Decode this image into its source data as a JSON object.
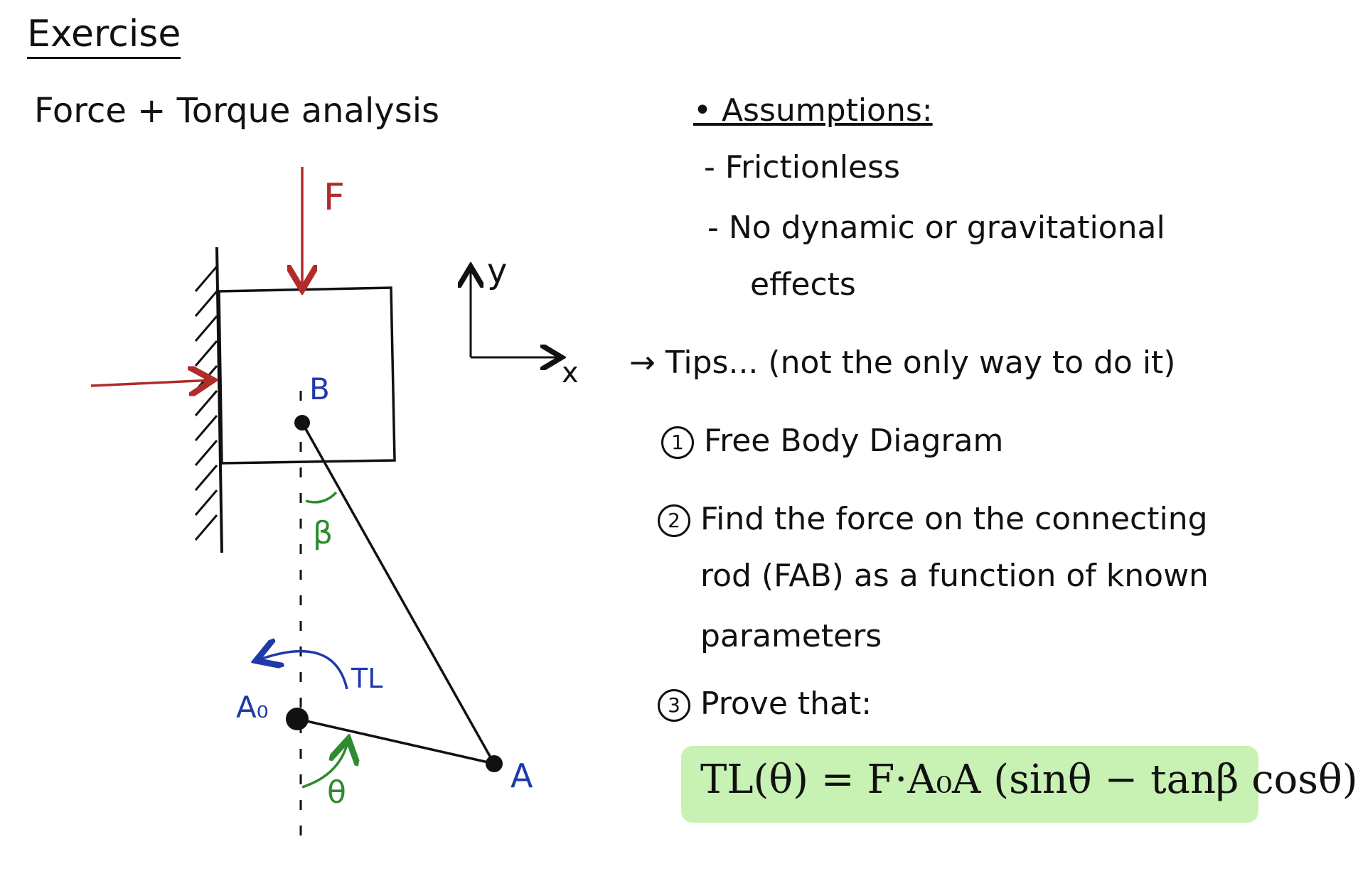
{
  "title": "Exercise",
  "subtitle": "Force + Torque analysis",
  "labels": {
    "F": "F",
    "B": "B",
    "A": "A",
    "A0": "A₀",
    "TL": "TL",
    "beta": "β",
    "theta": "θ",
    "x": "x",
    "y": "y"
  },
  "assumptions": {
    "header": "Assumptions:",
    "items": [
      "- Frictionless",
      "- No dynamic or gravitational",
      "effects"
    ]
  },
  "tips": {
    "header": "→ Tips... (not the only way to do it)",
    "steps": [
      {
        "num": "1",
        "text": "Free Body Diagram"
      },
      {
        "num": "2",
        "text": "Find the force on the connecting"
      },
      {
        "num": "",
        "text": "rod (FAB) as a function of known"
      },
      {
        "num": "",
        "text": "parameters"
      },
      {
        "num": "3",
        "text": "Prove that:"
      }
    ]
  },
  "formula": "TL(θ) = F·A₀A (sinθ − tanβ cosθ)",
  "colors": {
    "force": "#b22a2a",
    "point_label": "#1f3aa8",
    "angle": "#2e8b2e",
    "highlight": "#c8f1b4",
    "ink": "#111111"
  }
}
